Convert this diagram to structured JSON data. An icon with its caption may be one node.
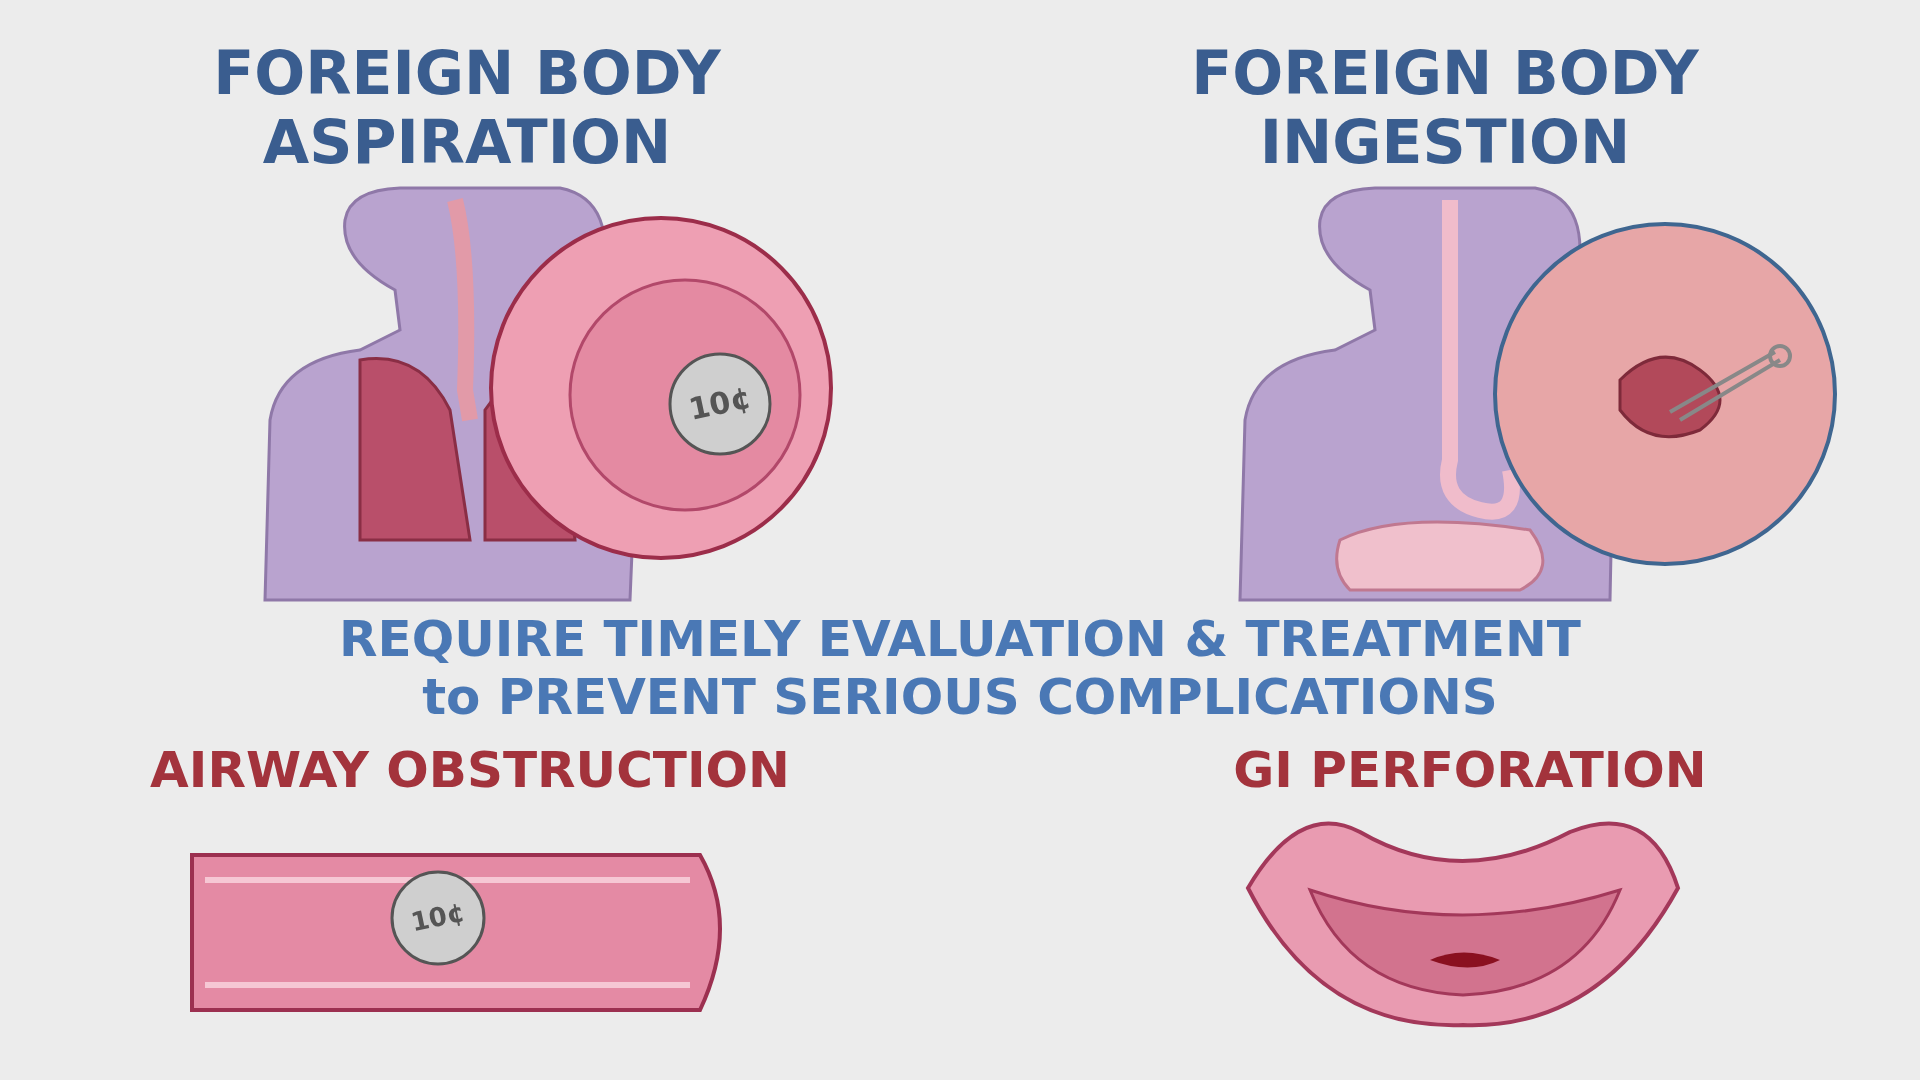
{
  "diagram": {
    "labels": [
      "FOREIGN BODY ASPIRATION",
      "FOREIGN BODY INGESTION",
      "10¢",
      "REQUIRE TIMELY EVALUATION & TREATMENT to PREVENT SERIOUS COMPLICATIONS",
      "AIRWAY OBSTRUCTION",
      "GI PERFORATION",
      "10¢"
    ]
  }
}
